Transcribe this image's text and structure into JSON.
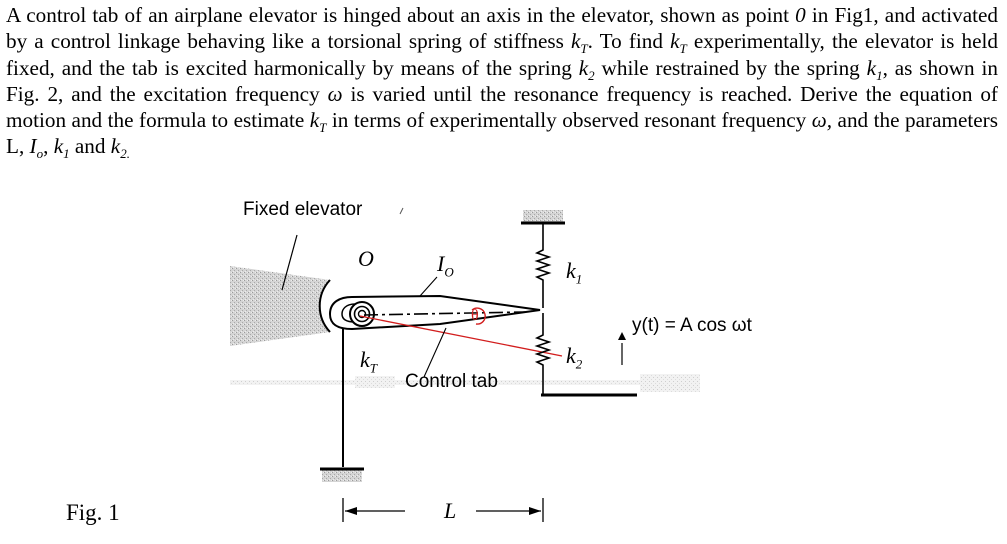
{
  "problem": {
    "s1": "A control tab of an airplane elevator is hinged about an axis in the elevator, shown as point ",
    "pointO": "0",
    "s2": " in Fig1, and activated by a control linkage behaving like a torsional spring of stiffness ",
    "kT_k": "k",
    "kT_sub": "T",
    "s3": ". To find ",
    "kT2_k": "k",
    "kT2_sub": "T",
    "s4": " experimentally, the elevator is held fixed, and the tab is excited harmonically by means of the spring ",
    "k2_k": "k",
    "k2_sub": "2",
    "s5": " while restrained by the spring ",
    "k1_k": "k",
    "k1_sub": "1",
    "s6": ", as shown in Fig. 2, and the excitation frequency ",
    "omega1": "ω",
    "s7": " is varied until the resonance frequency is reached. Derive the equation of motion and the formula to estimate ",
    "kT3_k": "k",
    "kT3_sub": "T",
    "s8": " in terms of experimentally observed resonant frequency ",
    "omega2": "ω,",
    "s9": " and the parameters L, ",
    "Io_I": "I",
    "Io_sub": "o",
    "s10": ", ",
    "k1b_k": "k",
    "k1b_sub": "1",
    "s11": " and ",
    "k2b_k": "k",
    "k2b_sub": "2."
  },
  "figure": {
    "fixed_elevator": "Fixed elevator",
    "point_o": "O",
    "inertia_I": "I",
    "inertia_sub": "O",
    "k1_k": "k",
    "k1_sub": "1",
    "k2_k": "k",
    "k2_sub": "2",
    "kT_k": "k",
    "kT_sub": "T",
    "control_tab": "Control tab",
    "excitation": "y(t) = A cos ωt",
    "theta": "θ",
    "length_L": "L",
    "fig_label": "Fig. 1"
  }
}
